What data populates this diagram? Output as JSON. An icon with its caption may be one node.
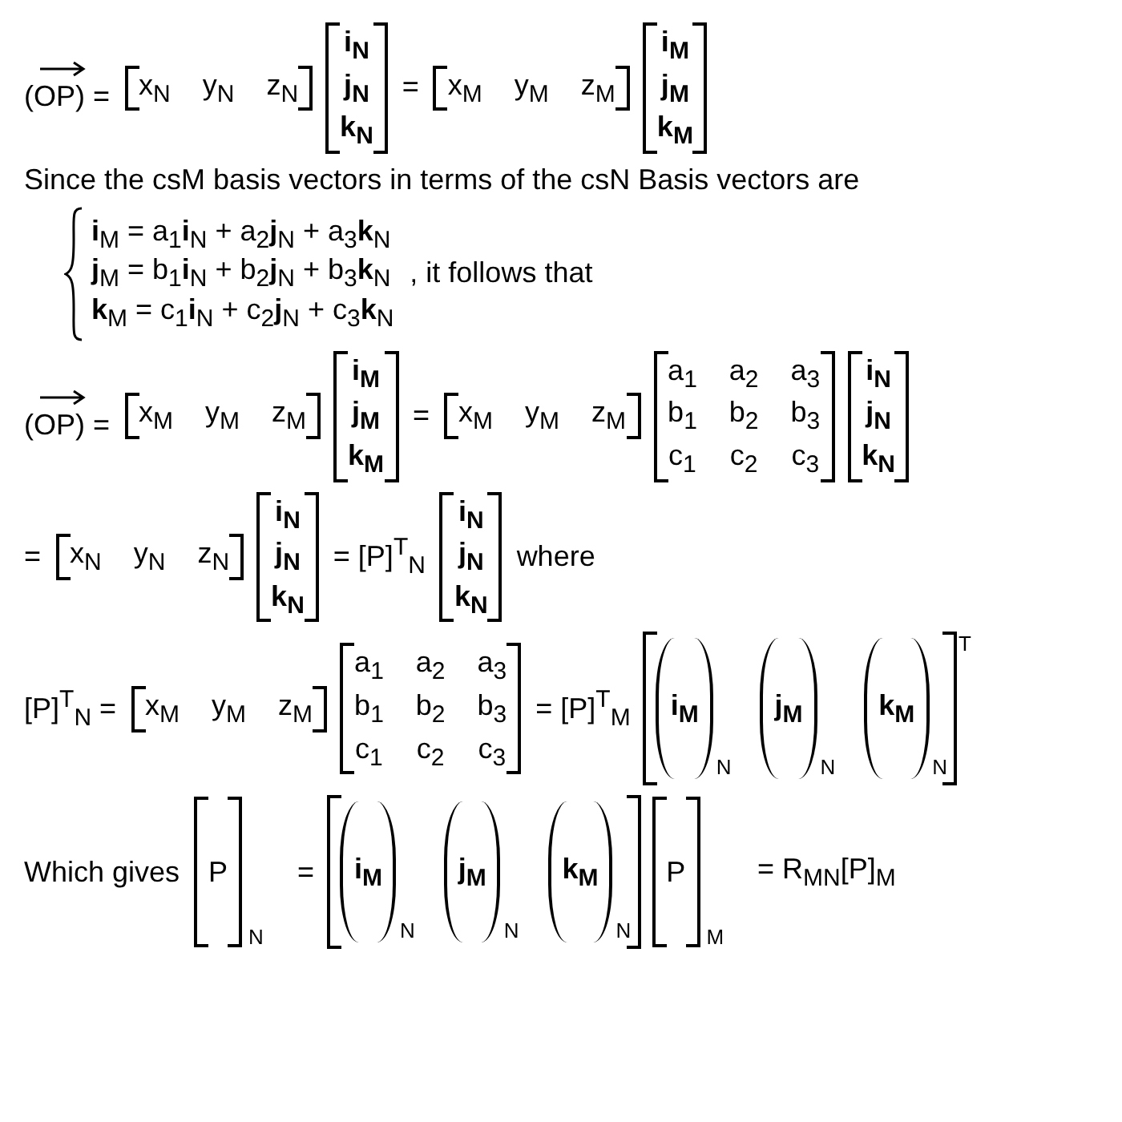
{
  "diagram": {
    "labels": [
      "(OP) =",
      "x$_{N}$",
      "y$_{N}$",
      "z$_{N}$",
      "i$_{N}$",
      "j$_{N}$",
      "k$_{N}$",
      "=",
      "x$_{M}$",
      "y$_{M}$",
      "z$_{M}$",
      "i$_{M}$",
      "j$_{M}$",
      "k$_{M}$",
      "Since the csM basis vectors in terms of the csN Basis vectors are",
      "**i**$_{M}$ = a$_{1}$**i**$_{N}$ + a$_{2}$**j**$_{N}$ + a$_{3}$**k**$_{N}$",
      "**j**$_{M}$ = b$_{1}$**i**$_{N}$ + b$_{2}$**j**$_{N}$ + b$_{3}$**k**$_{N}$",
      "**k**$_{M}$ = c$_{1}$**i**$_{N}$ + c$_{2}$**j**$_{N}$ + c$_{3}$**k**$_{N}$",
      ", it follows that",
      "(OP) =",
      "x$_{M}$",
      "y$_{M}$",
      "z$_{M}$",
      "i$_{M}$",
      "j$_{M}$",
      "k$_{M}$",
      "=",
      "x$_{M}$",
      "y$_{M}$",
      "z$_{M}$",
      "a$_{1}$",
      "a$_{2}$",
      "a$_{3}$",
      "b$_{1}$",
      "b$_{2}$",
      "b$_{3}$",
      "c$_{1}$",
      "c$_{2}$",
      "c$_{3}$",
      "i$_{N}$",
      "j$_{N}$",
      "k$_{N}$",
      "=",
      "x$_{N}$",
      "y$_{N}$",
      "z$_{N}$",
      "i$_{N}$",
      "j$_{N}$",
      "k$_{N}$",
      "= [P]$^{T}$$_{N}$",
      "i$_{N}$",
      "j$_{N}$",
      "k$_{N}$",
      "where",
      "[P]$^{T}$$_{N}$ =",
      "x$_{M}$",
      "y$_{M}$",
      "z$_{M}$",
      "a$_{1}$",
      "a$_{2}$",
      "a$_{3}$",
      "b$_{1}$",
      "b$_{2}$",
      "b$_{3}$",
      "c$_{1}$",
      "c$_{2}$",
      "c$_{3}$",
      "= [P]$^{T}$$_{M}$",
      "i$_{M}$",
      "N",
      "j$_{M}$",
      "N",
      "k$_{M}$",
      "N",
      "T",
      "Which gives",
      "P",
      "N",
      "=",
      "i$_{M}$",
      "N",
      "j$_{M}$",
      "N",
      "k$_{M}$",
      "N",
      "P",
      "M",
      "= R$_{MN}$[P]$_{M}$"
    ]
  }
}
